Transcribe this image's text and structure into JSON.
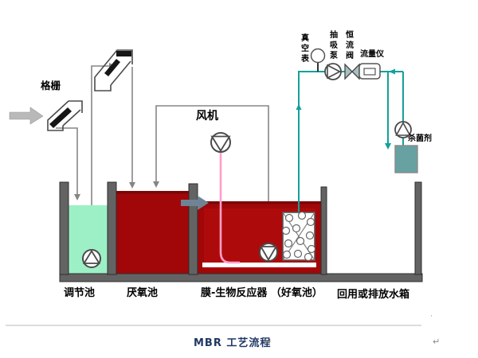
{
  "caption": {
    "title": "MBR 工艺流程",
    "pilcrow": "↵"
  },
  "labels": {
    "screen": "格栅",
    "blower": "风机",
    "vacuum_gauge": "真空表",
    "suction_pump": "抽吸泵",
    "constant_flow_valve": "恒流阀",
    "flow_meter": "流量仪",
    "disinfectant": "杀菌剂",
    "regulation_tank": "调节池",
    "anaerobic_tank": "厌氧池",
    "mbr_tank": "膜-生物反应器 （好氧池）",
    "reuse_tank": "回用或排放水箱"
  },
  "marks": {
    "right_pilcrow": "↵",
    "stray_dot": "·"
  },
  "colors": {
    "sludge_red": "#a10708",
    "sludge_red_dark": "#7c0506",
    "sludge_red_bright": "#ad0b0b",
    "water_green": "#9df0c5",
    "pipe_teal": "#12a19a",
    "pipe_pink": "#ff9fca",
    "wall_gray": "#636363",
    "line_gray": "#858585",
    "steel_arrow_gray": "#6e8495",
    "influent_arrow_gray": "#b9b9b9",
    "disinfectant_teal": "#68a1a2",
    "caption_navy": "#1f3864"
  }
}
